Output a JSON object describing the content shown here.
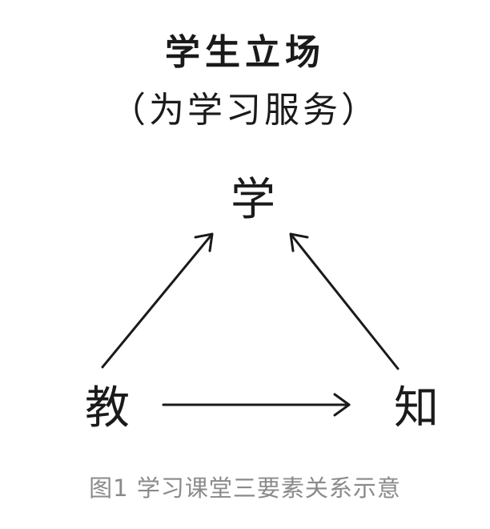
{
  "diagram": {
    "title": "学生立场",
    "subtitle": "（为学习服务）",
    "nodes": {
      "top": "学",
      "bottom_left": "教",
      "bottom_right": "知"
    },
    "edges": [
      {
        "from": "教",
        "to": "学"
      },
      {
        "from": "知",
        "to": "学"
      },
      {
        "from": "教",
        "to": "知"
      }
    ]
  },
  "caption": "图1  学习课堂三要素关系示意"
}
